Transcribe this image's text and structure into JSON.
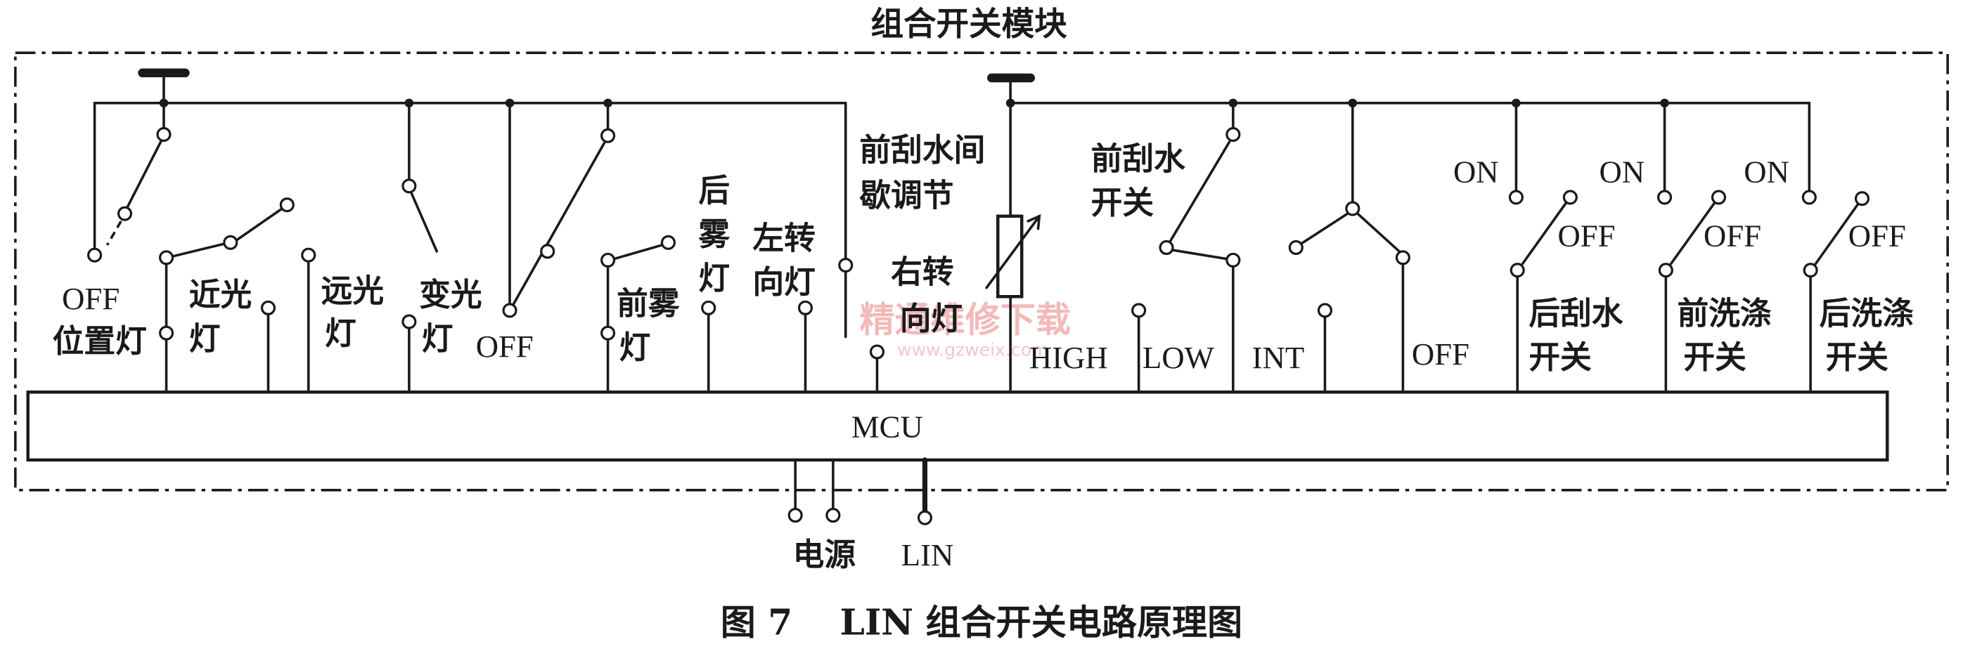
{
  "module_title": "组合开关模块",
  "mcu_label": "MCU",
  "ports": {
    "power": "电源",
    "lin": "LIN"
  },
  "lighting": {
    "position_off": "OFF",
    "position_lamp": "位置灯",
    "low_beam": [
      "近光",
      "灯"
    ],
    "high_beam": [
      "远光",
      "灯"
    ],
    "dimmer": [
      "变光",
      "灯"
    ],
    "headlamp_off": "OFF",
    "front_fog": [
      "前雾",
      "灯"
    ],
    "rear_fog": [
      "后",
      "雾",
      "灯"
    ]
  },
  "turn_signal": {
    "left": [
      "左转",
      "向灯"
    ],
    "right": [
      "右转",
      "向灯"
    ]
  },
  "front_wiper": {
    "interval_adjust": [
      "前刮水间",
      "歇调节"
    ],
    "switch_name": [
      "前刮水",
      "开关"
    ],
    "positions": [
      "HIGH",
      "LOW",
      "INT",
      "OFF"
    ]
  },
  "toggle_switches": [
    {
      "on": "ON",
      "off": "OFF",
      "name": [
        "后刮水",
        "开关"
      ]
    },
    {
      "on": "ON",
      "off": "OFF",
      "name": [
        "前洗涤",
        "开关"
      ]
    },
    {
      "on": "ON",
      "off": "OFF",
      "name": [
        "后洗涤",
        "开关"
      ]
    }
  ],
  "caption": {
    "figure": "图 7",
    "title": "LIN 组合开关电路原理图"
  },
  "watermark": {
    "name": "精通维修下载",
    "url": "www.gzweix.com"
  },
  "colors": {
    "ink": "#1a1a1a",
    "paper": "#ffffff",
    "watermark": "#f3b9b9"
  }
}
